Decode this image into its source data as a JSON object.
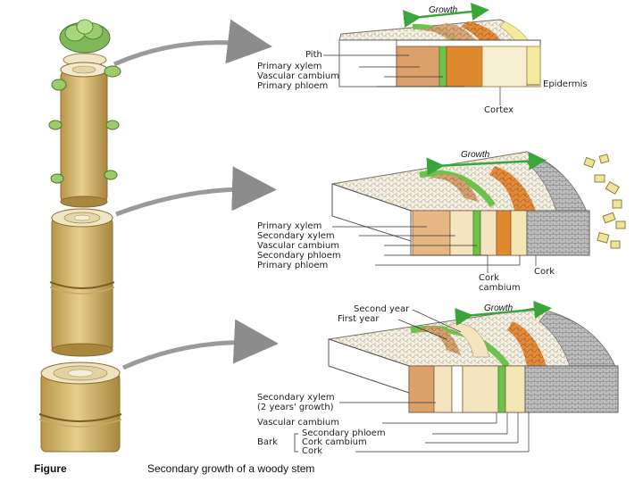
{
  "panel1": {
    "growth": "Growth",
    "labels_left": [
      "Pith",
      "Primary xylem",
      "Vascular cambium",
      "Primary phloem"
    ],
    "epidermis": "Epidermis",
    "cortex": "Cortex"
  },
  "panel2": {
    "growth": "Growth",
    "labels_left": [
      "Primary xylem",
      "Secondary xylem",
      "Vascular cambium",
      "Secondary phloem",
      "Primary phloem"
    ],
    "cork_cambium_1": "Cork",
    "cork_cambium_2": "cambium",
    "cork": "Cork"
  },
  "panel3": {
    "growth": "Growth",
    "second_year": "Second year",
    "first_year": "First year",
    "secondary_xylem_1": "Secondary xylem",
    "secondary_xylem_2": "(2 years' growth)",
    "vascular_cambium": "Vascular cambium",
    "bark": "Bark",
    "bark_items": [
      "Secondary phloem",
      "Cork cambium",
      "Cork"
    ]
  },
  "caption": {
    "figure": "Figure",
    "text": "Secondary growth of a woody stem"
  },
  "colors": {
    "green": "#6cc24a",
    "orange": "#e0852f",
    "tan": "#e9d6a8",
    "stem": "#cdb06a",
    "gray": "#9c9c9c"
  }
}
